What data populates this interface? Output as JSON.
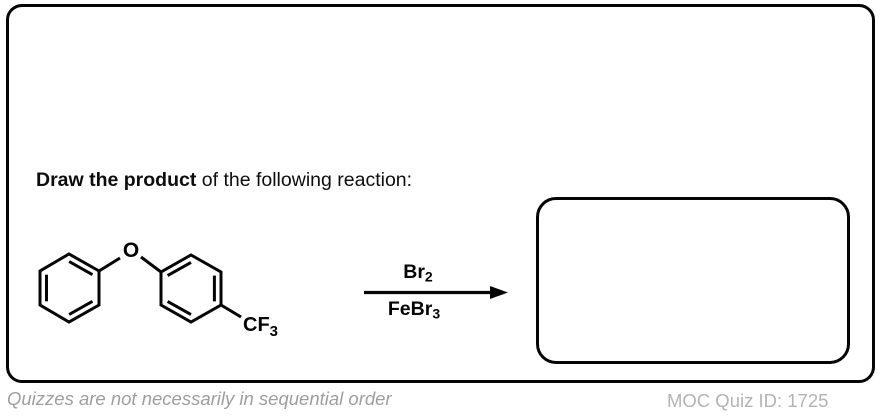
{
  "colors": {
    "ink": "#050505",
    "footer_note_gray": "#9e9e9e",
    "footer_id_gray": "#b3b3b3",
    "background": "#ffffff"
  },
  "question": {
    "prompt_bold": "Draw the product",
    "prompt_rest": " of the following reaction:"
  },
  "reaction": {
    "reactant": {
      "structure_name": "phenyl 4-(trifluoromethyl)phenyl ether skeletal structure",
      "atom_labels": {
        "ether_oxygen": "O",
        "cf3_main": "CF",
        "cf3_sub": "3"
      }
    },
    "conditions": {
      "above_arrow": {
        "text": "Br",
        "sub": "2"
      },
      "below_arrow": {
        "text": "FeBr",
        "sub": "3"
      }
    }
  },
  "footer": {
    "left_note": "Quizzes are not necessarily in sequential order",
    "right_id": "MOC Quiz ID: 1725"
  }
}
